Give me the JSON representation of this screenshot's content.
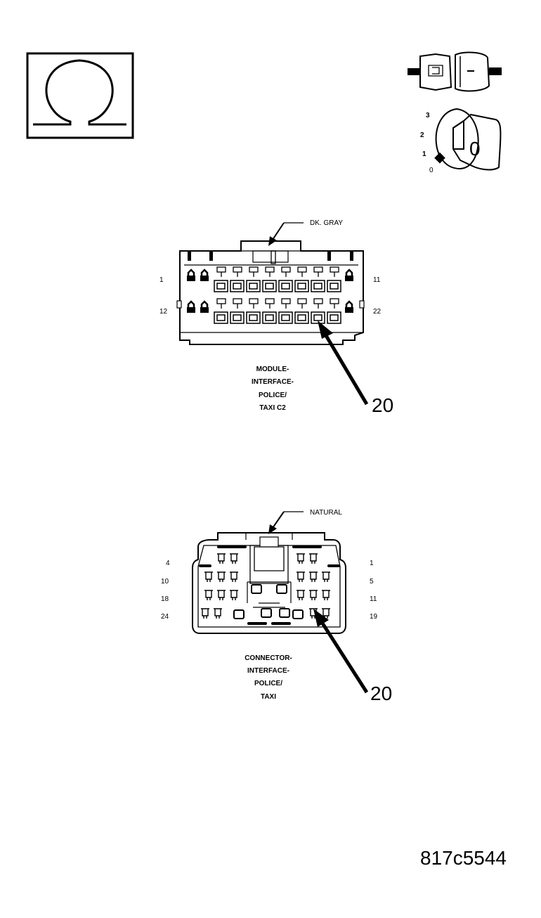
{
  "symbols": {
    "ohm_symbol": "Ω",
    "ohm_icon": "ohmmeter-icon",
    "connector_icon": "connector-icon",
    "ignition_icon": "ignition-key-icon",
    "ignition_positions": [
      "3",
      "2",
      "1",
      "0"
    ],
    "key_position": "0"
  },
  "connector_c2": {
    "wire_color": "DK. GRAY",
    "pin_labels": {
      "top_left": "1",
      "top_right": "11",
      "bottom_left": "12",
      "bottom_right": "22"
    },
    "name_lines": [
      "MODULE-",
      "INTERFACE-",
      "POLICE/",
      "TAXI C2"
    ],
    "callout": "20"
  },
  "connector_taxi": {
    "wire_color": "NATURAL",
    "pin_labels_left": [
      "4",
      "10",
      "18",
      "24"
    ],
    "pin_labels_right": [
      "1",
      "5",
      "11",
      "19"
    ],
    "name_lines": [
      "CONNECTOR-",
      "INTERFACE-",
      "POLICE/",
      "TAXI"
    ],
    "callout": "20"
  },
  "figure_id": "817c5544"
}
